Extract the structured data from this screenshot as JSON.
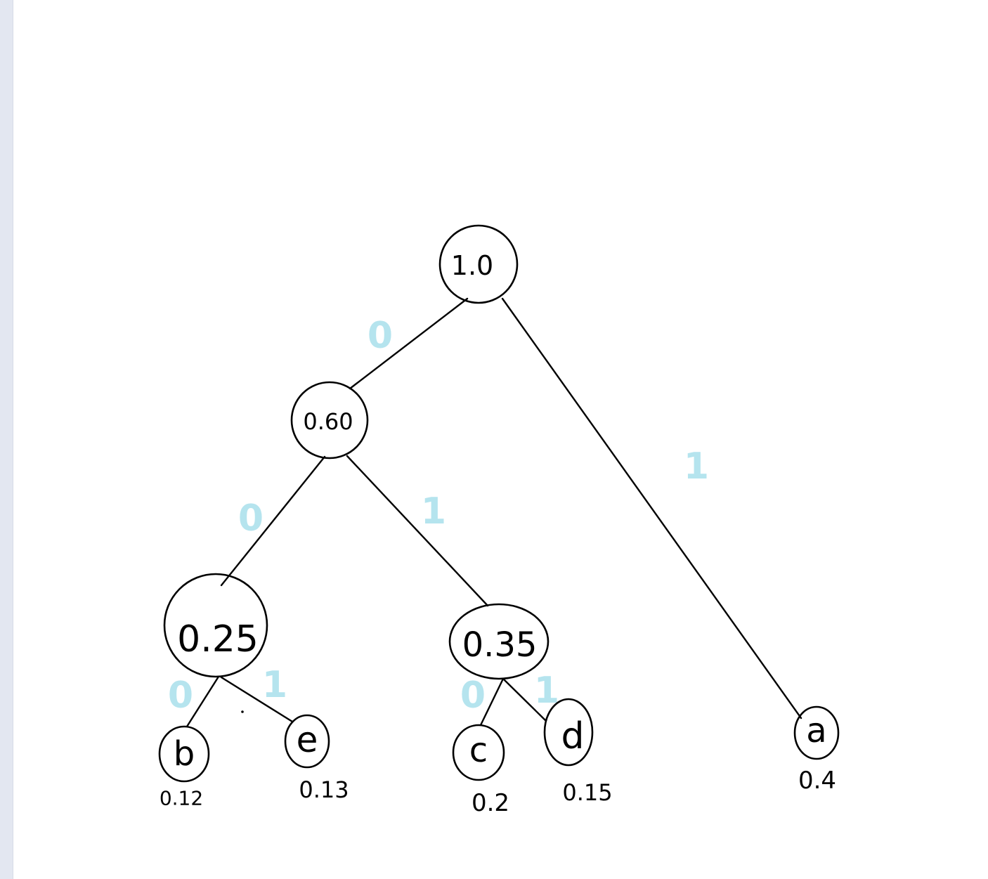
{
  "colors": {
    "ink": "#000000",
    "bit_label": "#b5e4ee",
    "sidebar": "#e3e7f1"
  },
  "tree": {
    "internal_nodes": {
      "root": "1.0",
      "n060": "0.60",
      "n025": "0.25",
      "n035": "0.35"
    },
    "leaves": {
      "b": {
        "label": "b",
        "weight": "0.12"
      },
      "e": {
        "label": "e",
        "weight": "0.13"
      },
      "c": {
        "label": "c",
        "weight": "0.2"
      },
      "d": {
        "label": "d",
        "weight": "0.15"
      },
      "a": {
        "label": "a",
        "weight": "0.4"
      }
    },
    "edge_bits": {
      "root_n060": "0",
      "root_a": "1",
      "n060_n025": "0",
      "n060_n035": "1",
      "n025_b": "0",
      "n025_e": "1",
      "n035_c": "0",
      "n035_d": "1"
    }
  }
}
